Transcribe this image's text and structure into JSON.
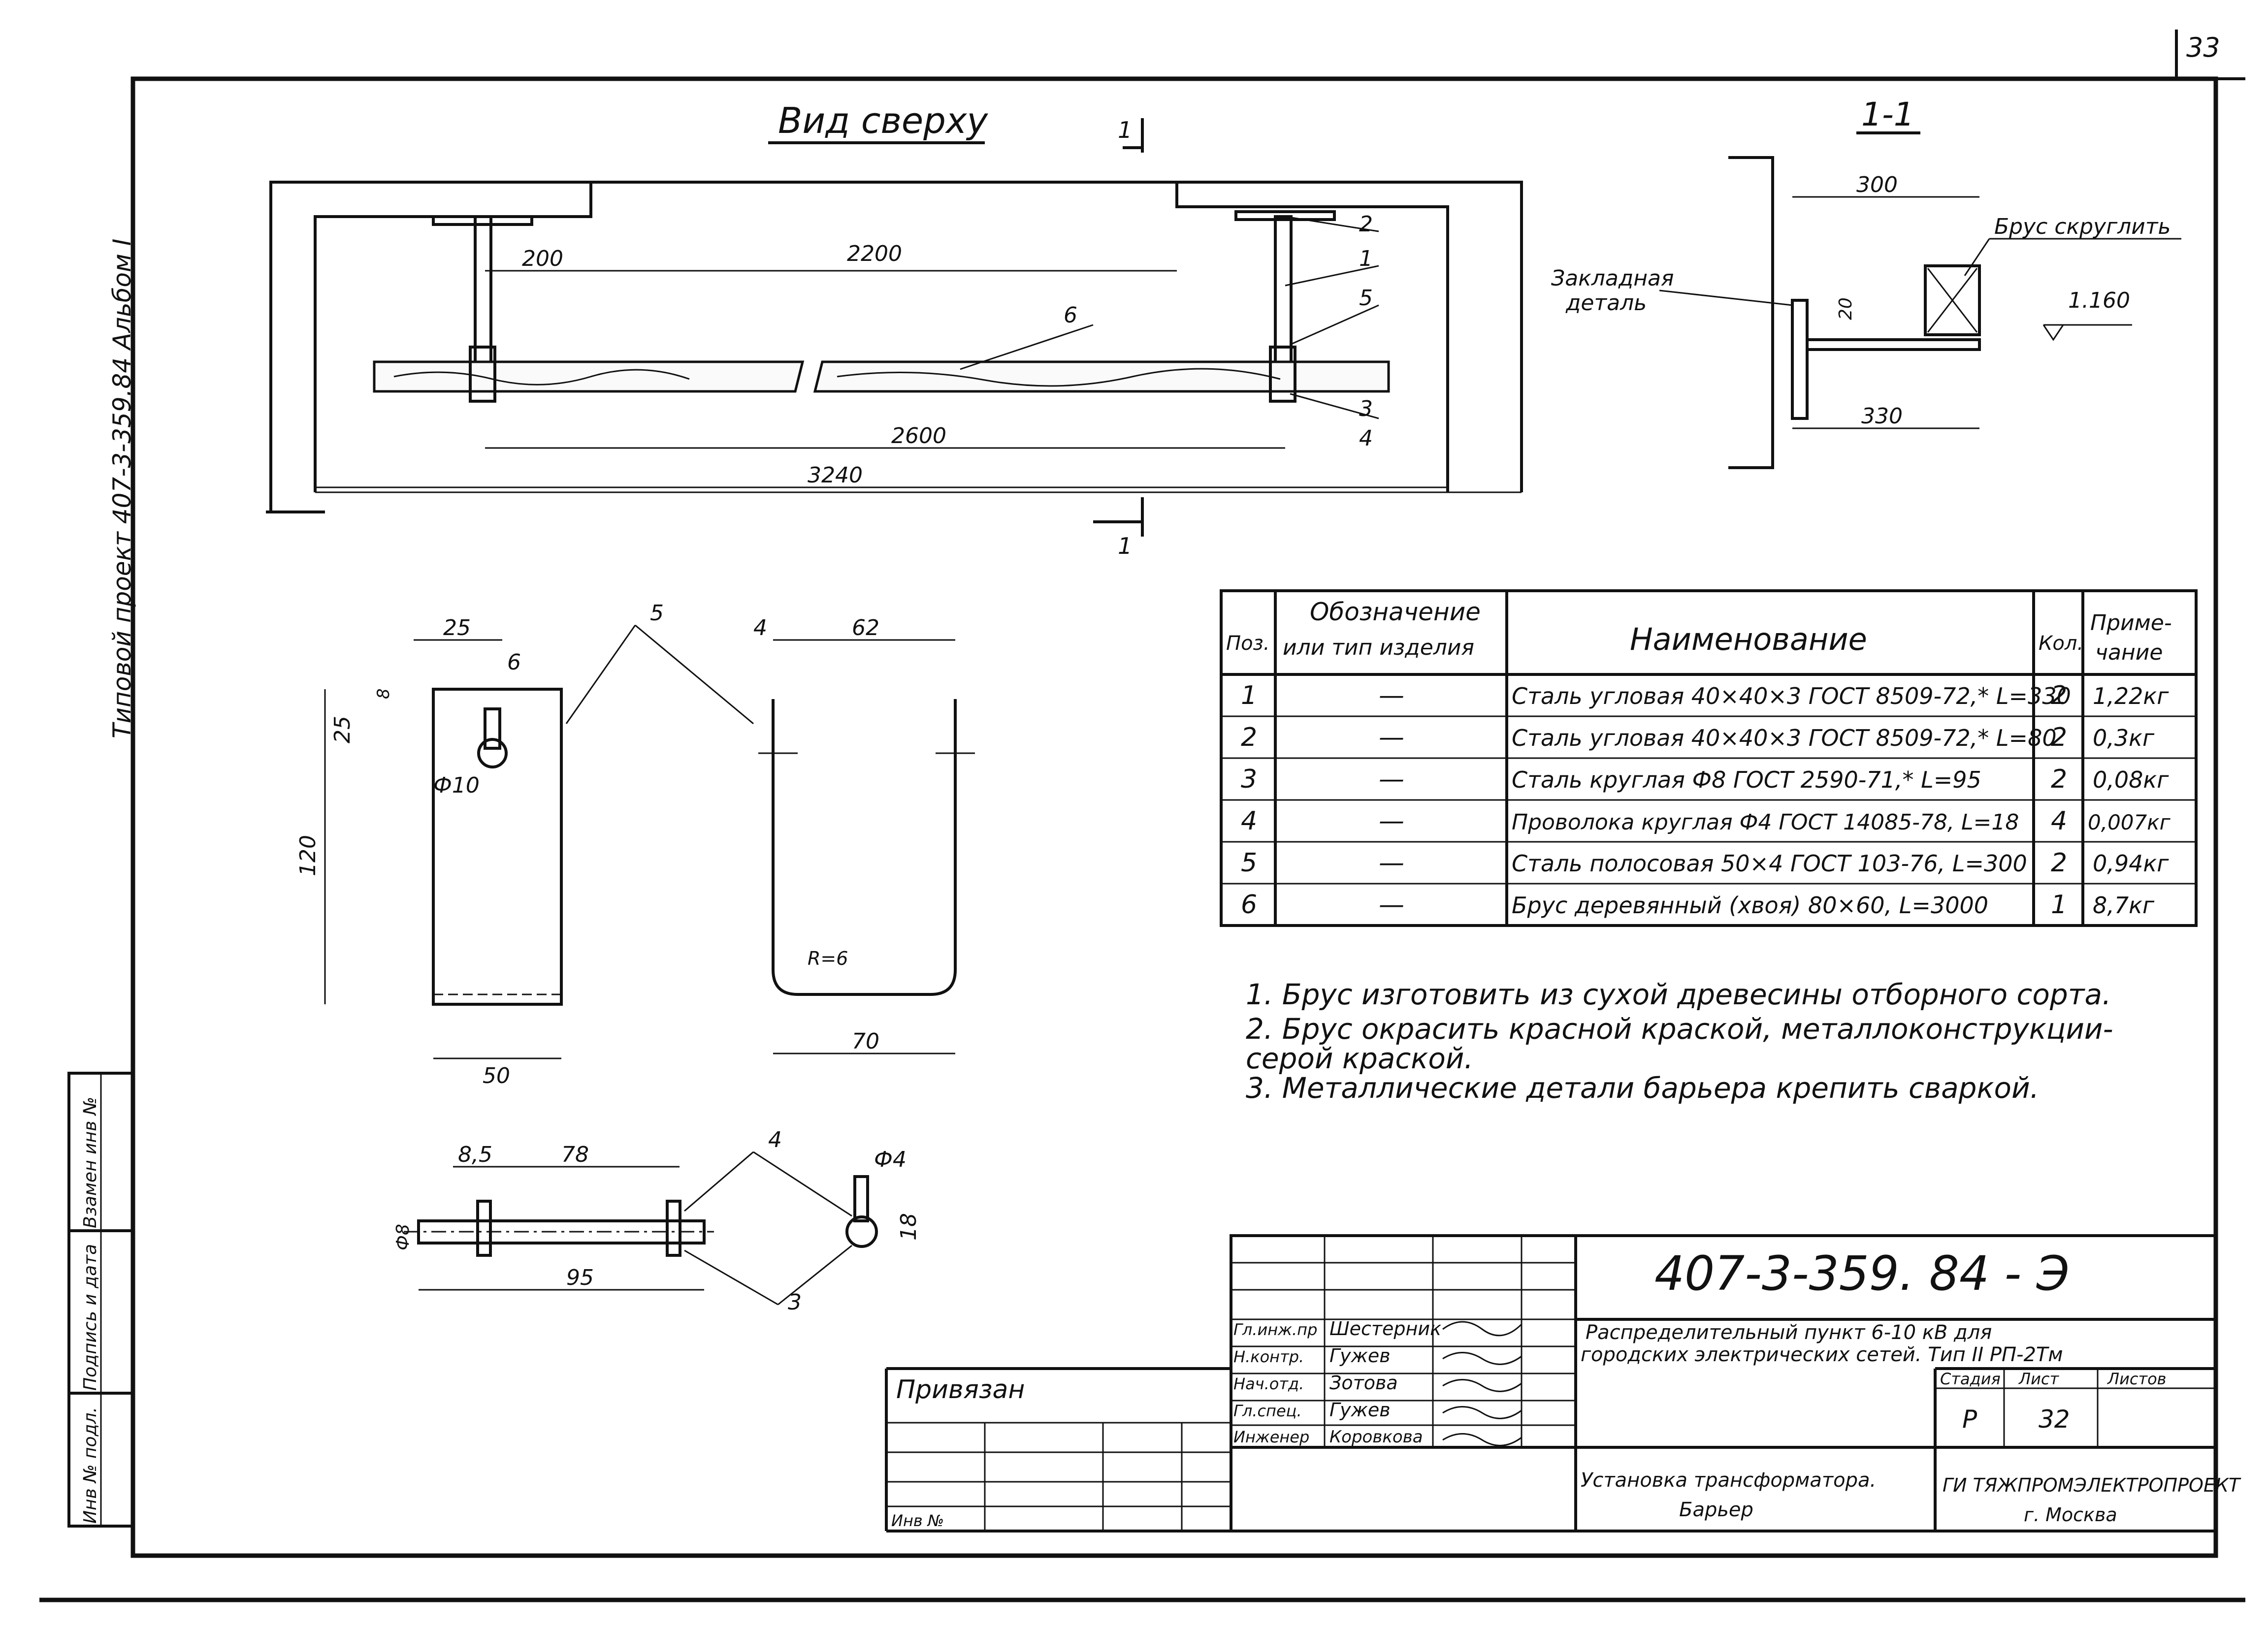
{
  "sheet": {
    "number": "33",
    "side_caption": "Типовой проект 407-3-359.84   Альбом I",
    "side_stamp": [
      "Инв № подл.",
      "Подпись и дата",
      "Взамен инв №"
    ]
  },
  "top_view": {
    "title": "Вид сверху",
    "section_mark": "1",
    "dims": {
      "d200": "200",
      "d2200": "2200",
      "d2600": "2600",
      "d3240": "3240"
    },
    "positions": {
      "p1": "1",
      "p2": "2",
      "p3": "3",
      "p4": "4",
      "p5": "5",
      "p6": "6"
    }
  },
  "section_view": {
    "title": "1-1",
    "label_embedded": [
      "Закладная",
      "деталь"
    ],
    "label_beam": "Брус скруглить",
    "level": "1.160",
    "dims": {
      "d300": "300",
      "d330": "330",
      "d20": "20"
    }
  },
  "detail_strip": {
    "pos": "5",
    "dims": {
      "d25a": "25",
      "d25b": "25",
      "d6": "6",
      "d8": "8",
      "d120": "120",
      "d50": "50",
      "phi10": "Ф10"
    }
  },
  "detail_u": {
    "dims": {
      "d4": "4",
      "d62": "62",
      "r": "R=6",
      "d70": "70"
    }
  },
  "detail_rod": {
    "pos4": "4",
    "pos3": "3",
    "dims": {
      "d85": "8,5",
      "d78": "78",
      "phi8": "Ф8",
      "d95": "95",
      "phi4": "Ф4",
      "d18": "18"
    }
  },
  "spec_table": {
    "headers": [
      "Поз.",
      "Обозначение или тип изделия",
      "Наименование",
      "Кол.",
      "Примечание"
    ],
    "header_lines": {
      "pos": "Поз.",
      "designation_1": "Обозначение",
      "designation_2": "или тип изделия",
      "name": "Наименование",
      "qty": "Кол.",
      "note_1": "Приме-",
      "note_2": "чание"
    },
    "rows": [
      {
        "pos": "1",
        "type": "—",
        "name": "Сталь угловая 40×40×3 ГОСТ 8509-72,* L=330",
        "qty": "2",
        "note": "1,22кг"
      },
      {
        "pos": "2",
        "type": "—",
        "name": "Сталь угловая 40×40×3 ГОСТ 8509-72,* L=80",
        "qty": "2",
        "note": "0,3кг"
      },
      {
        "pos": "3",
        "type": "—",
        "name": "Сталь круглая Ф8 ГОСТ 2590-71,* L=95",
        "qty": "2",
        "note": "0,08кг"
      },
      {
        "pos": "4",
        "type": "—",
        "name": "Проволока круглая Ф4 ГОСТ 14085-78, L=18",
        "qty": "4",
        "note": "0,007кг"
      },
      {
        "pos": "5",
        "type": "—",
        "name": "Сталь полосовая 50×4 ГОСТ 103-76, L=300",
        "qty": "2",
        "note": "0,94кг"
      },
      {
        "pos": "6",
        "type": "—",
        "name": "Брус деревянный (хвоя) 80×60, L=3000",
        "qty": "1",
        "note": "8,7кг"
      }
    ]
  },
  "notes": [
    "1. Брус изготовить из сухой древесины отборного сорта.",
    "2. Брус окрасить красной краской, металлоконструкции-",
    "    серой краской.",
    "3. Металлические детали барьера крепить сваркой."
  ],
  "title_block": {
    "code": "407-3-359. 84 - Э",
    "project_title_1": "Распределительный пункт 6-10 кВ для",
    "project_title_2": "городских электрических сетей. Тип II РП-2Тм",
    "privyazan": "Привязан",
    "inv": "Инв №",
    "roles": [
      {
        "role": "Гл.инж.пр",
        "name": "Шестерник"
      },
      {
        "role": "Н.контр.",
        "name": "Гужев"
      },
      {
        "role": "Нач.отд.",
        "name": "Зотова"
      },
      {
        "role": "Гл.спец.",
        "name": "Гужев"
      },
      {
        "role": "Инженер",
        "name": "Коровкова"
      }
    ],
    "stage_header": "Стадия",
    "sheet_header": "Лист",
    "sheets_header": "Листов",
    "stage": "Р",
    "sheet": "32",
    "drawing_title_1": "Установка трансформатора.",
    "drawing_title_2": "Барьер",
    "org_1": "ГИ ТЯЖПРОМЭЛЕКТРОПРОЕКТ",
    "org_2": "г. Москва"
  }
}
